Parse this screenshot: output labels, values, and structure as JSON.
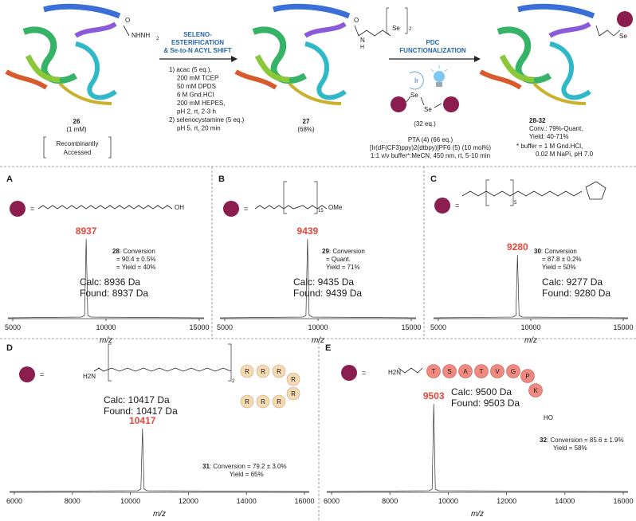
{
  "scheme": {
    "cmpd26": {
      "label": "26",
      "conc": "(1 mM)",
      "note1": "Recombinantly",
      "note2": "Accessed",
      "group": "NHNH",
      "sub2": "2"
    },
    "arrow1": {
      "title1": "SELENO-",
      "title2": "ESTERIFICATION",
      "title3": "& Se-to-N ACYL SHIFT",
      "cond": [
        "1) acac (5 eq.),",
        "200 mM TCEP",
        "50 mM DPDS",
        "6 M Gnd.HCl",
        "200 mM HEPES,",
        "pH 2, rt, 2-3 h",
        "2) selenocystamine (5 eq.)",
        "pH 5, rt, 20 min"
      ]
    },
    "cmpd27": {
      "label": "27",
      "yield": "(68%)",
      "se": "Se",
      "sub": "2",
      "n": "N",
      "h": "H"
    },
    "arrow2": {
      "title1": "PDC",
      "title2": "FUNCTIONALIZATION",
      "ir": "Ir",
      "se": "Se",
      "eq": "(32 eq.)",
      "pta": "PTA (4) (66 eq.)",
      "cat": "[Ir(dF(CF3)ppy)2(dtbpy)]PF6 (5) (10 mol%)",
      "solvent": "1:1 v/v buffer*:MeCN, 450 nm, rt, 5-10 min"
    },
    "cmpd28": {
      "label": "28-32",
      "conv": "Conv.: 79%-Quant.",
      "yield": "Yield: 40-71%",
      "se": "Se"
    },
    "buffer1": "* buffer = 1 M Gnd.HCl,",
    "buffer2": "0.02 M NaPi, pH 7.0"
  },
  "panels": [
    {
      "letter": "A",
      "peak": "8937",
      "cmpd": "28",
      "conv": ": Conversion",
      "conv2": "= 90.4 ± 0.5%",
      "yield": "= Yield = 40%",
      "calc": "Calc: 8936 Da",
      "found": "Found: 8937 Da",
      "xlabel": "m/z",
      "ticks": [
        "5000",
        "10000",
        "15000"
      ],
      "oh": "OH"
    },
    {
      "letter": "B",
      "peak": "9439",
      "cmpd": "29",
      "conv": ": Conversion",
      "conv2": "= Quant.",
      "yield": "Yield = 71%",
      "calc": "Calc: 9435 Da",
      "found": "Found: 9439 Da",
      "xlabel": "m/z",
      "ticks": [
        "5000",
        "10000",
        "15000"
      ],
      "ome": "OMe",
      "n": "15"
    },
    {
      "letter": "C",
      "peak": "9280",
      "cmpd": "30",
      "conv": ": Conversion",
      "conv2": "= 87.8 ± 0.2%",
      "yield": "Yield = 50%",
      "calc": "Calc: 9277 Da",
      "found": "Found: 9280 Da",
      "xlabel": "m/z",
      "ticks": [
        "5000",
        "10000",
        "15000"
      ],
      "n": "5"
    },
    {
      "letter": "D",
      "peak": "10417",
      "cmpd": "31",
      "conv": ": Conversion = 79.2 ± 3.0%",
      "yield": "Yield = 65%",
      "calc": "Calc: 10417 Da",
      "found": "Found: 10417 Da",
      "xlabel": "m/z",
      "ticks": [
        "6000",
        "8000",
        "10000",
        "12000",
        "14000",
        "16000"
      ],
      "residue": "R",
      "h2n": "H2N",
      "n": "2"
    },
    {
      "letter": "E",
      "peak": "9503",
      "cmpd": "32",
      "conv": ": Conversion = 85.6 ± 1.9%",
      "yield": "Yield = 58%",
      "calc": "Calc: 9500 Da",
      "found": "Found: 9503 Da",
      "xlabel": "m/z",
      "ticks": [
        "6000",
        "8000",
        "10000",
        "12000",
        "14000",
        "16000"
      ],
      "peptide": [
        "T",
        "S",
        "A",
        "T",
        "V",
        "G",
        "P",
        "K"
      ],
      "h2n": "H2N",
      "ho": "HO"
    }
  ],
  "colors": {
    "ball": "#8b1d4f",
    "peak": "#e8473c",
    "accent": "#2667a8",
    "residue": "#f4d9b2",
    "peptide": "#f08a80"
  }
}
